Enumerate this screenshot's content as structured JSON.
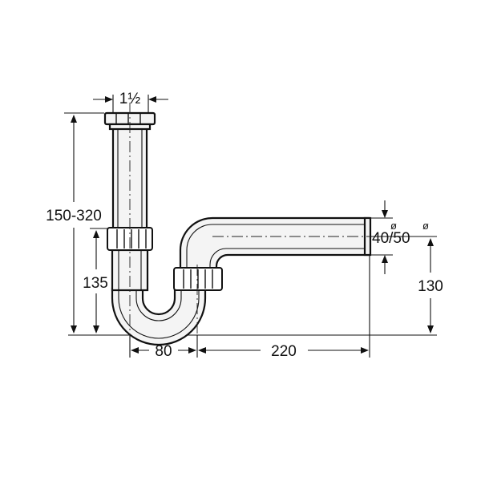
{
  "dimensions": {
    "inlet_size": "1½",
    "total_height": "150-320",
    "trap_height": "135",
    "outlet_height": "130",
    "trap_width": "80",
    "outlet_length": "220",
    "outlet_diameter": "40/50",
    "diameter_symbol": "ø"
  }
}
